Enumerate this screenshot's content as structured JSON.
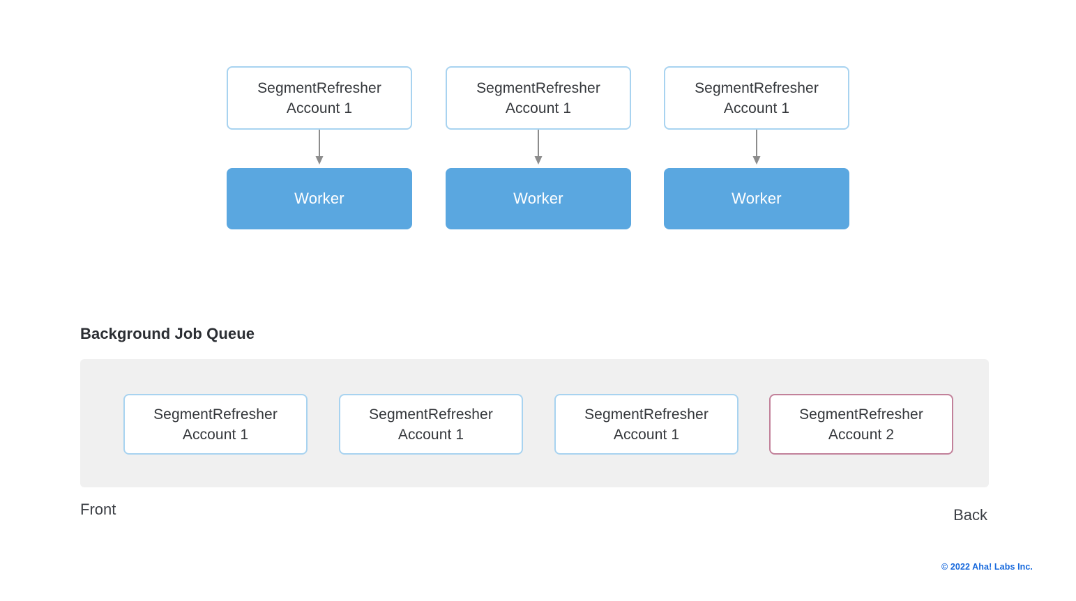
{
  "diagram": {
    "columns": [
      {
        "job_label": "SegmentRefresher\nAccount 1",
        "arrow": "down-arrow-icon",
        "worker_label": "Worker"
      },
      {
        "job_label": "SegmentRefresher\nAccount 1",
        "arrow": "down-arrow-icon",
        "worker_label": "Worker"
      },
      {
        "job_label": "SegmentRefresher\nAccount 1",
        "arrow": "down-arrow-icon",
        "worker_label": "Worker"
      }
    ],
    "queue": {
      "title": "Background Job Queue",
      "items": [
        {
          "label": "SegmentRefresher\nAccount 1",
          "highlighted": false
        },
        {
          "label": "SegmentRefresher\nAccount 1",
          "highlighted": false
        },
        {
          "label": "SegmentRefresher\nAccount 1",
          "highlighted": false
        },
        {
          "label": "SegmentRefresher\nAccount 2",
          "highlighted": true
        }
      ],
      "front_label": "Front",
      "back_label": "Back"
    },
    "footer": "© 2022 Aha! Labs Inc.",
    "colors": {
      "job_border": "#a8d3f0",
      "worker_fill": "#5aa7e0",
      "worker_text": "#ffffff",
      "queue_background": "#f0f0f0",
      "highlight_border": "#c2819a",
      "arrow": "#8c8c8c",
      "footer_text": "#1668dc",
      "body_text": "#33363a"
    }
  }
}
